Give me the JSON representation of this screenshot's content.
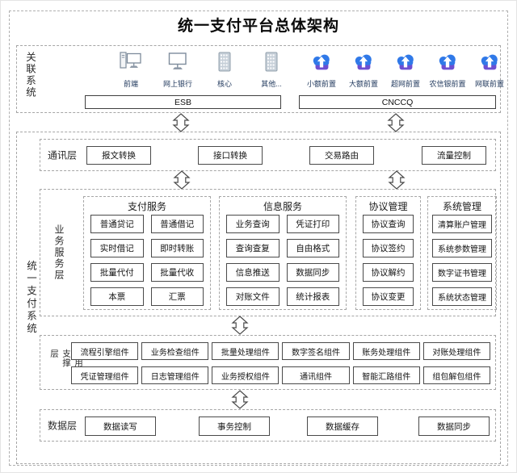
{
  "title": "统一支付平台总体架构",
  "related_systems": {
    "label": "关联系统",
    "terminals": [
      {
        "label": "前端",
        "icon": "desktop-pc-icon"
      },
      {
        "label": "网上银行",
        "icon": "monitor-icon"
      },
      {
        "label": "核心",
        "icon": "mainframe-icon"
      },
      {
        "label": "其他...",
        "icon": "mainframe-icon"
      }
    ],
    "gateways": [
      {
        "label": "小额前置",
        "icon": "cloud-upload-icon"
      },
      {
        "label": "大额前置",
        "icon": "cloud-upload-icon"
      },
      {
        "label": "超网前置",
        "icon": "cloud-upload-icon"
      },
      {
        "label": "农信银前置",
        "icon": "cloud-upload-icon"
      },
      {
        "label": "网联前置",
        "icon": "cloud-upload-icon"
      }
    ],
    "esb_label": "ESB",
    "cnccq_label": "CNCCQ"
  },
  "payment_system": {
    "label": "统一支付系统",
    "comm_layer": {
      "label": "通讯层",
      "items": [
        "报文转换",
        "接口转换",
        "交易路由",
        "流量控制"
      ]
    },
    "business_layer": {
      "label": "业务服务层",
      "groups": [
        {
          "title": "支付服务",
          "columns": 2,
          "items": [
            "普通贷记",
            "普通借记",
            "实时借记",
            "即时转账",
            "批量代付",
            "批量代收",
            "本票",
            "汇票"
          ]
        },
        {
          "title": "信息服务",
          "columns": 2,
          "items": [
            "业务查询",
            "凭证打印",
            "查询查复",
            "自由格式",
            "信息推送",
            "数据同步",
            "对账文件",
            "统计报表"
          ]
        },
        {
          "title": "协议管理",
          "columns": 1,
          "items": [
            "协议查询",
            "协议签约",
            "协议解约",
            "协议变更"
          ]
        },
        {
          "title": "系统管理",
          "columns": 1,
          "items": [
            "清算账户管理",
            "系统参数管理",
            "数字证书管理",
            "系统状态管理"
          ]
        }
      ]
    },
    "support_layer": {
      "label": "应用支撑层",
      "items": [
        "流程引擎组件",
        "业务检查组件",
        "批量处理组件",
        "数字签名组件",
        "账务处理组件",
        "对账处理组件",
        "凭证管理组件",
        "日志管理组件",
        "业务授权组件",
        "通讯组件",
        "智能汇路组件",
        "组包解包组件"
      ]
    },
    "data_layer": {
      "label": "数据层",
      "items": [
        "数据读写",
        "事务控制",
        "数据缓存",
        "数据同步"
      ]
    }
  },
  "colors": {
    "cloud_blue": "#3079e8",
    "cloud_purple": "#6e4fd1",
    "device_gray": "#7e8c9c",
    "icon_label_navy": "#223a5e",
    "box_border": "#4a4a4a",
    "dashed_border": "#a6a6a6"
  }
}
